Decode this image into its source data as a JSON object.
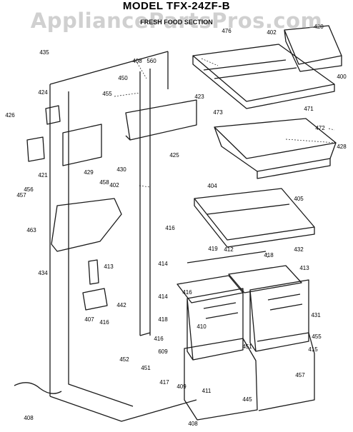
{
  "header": {
    "model": "MODEL TFX-24ZF-B",
    "section": "FRESH FOOD SECTION",
    "watermark": "AppliancePartsPros.com"
  },
  "callouts": [
    "420",
    "476",
    "402",
    "400",
    "435",
    "408",
    "560",
    "450",
    "424",
    "455",
    "423",
    "473",
    "471",
    "472",
    "428",
    "426",
    "421",
    "425",
    "430",
    "429",
    "456",
    "458",
    "457",
    "402",
    "404",
    "405",
    "463",
    "416",
    "419",
    "412",
    "432",
    "434",
    "413",
    "414",
    "414",
    "416",
    "418",
    "413",
    "431",
    "442",
    "407",
    "418",
    "410",
    "451",
    "455",
    "416",
    "416",
    "415",
    "609",
    "452",
    "451",
    "417",
    "457",
    "409",
    "411",
    "445",
    "408",
    "408"
  ],
  "colors": {
    "ink": "#1a1a1a",
    "watermark": "#aaaaaa"
  }
}
